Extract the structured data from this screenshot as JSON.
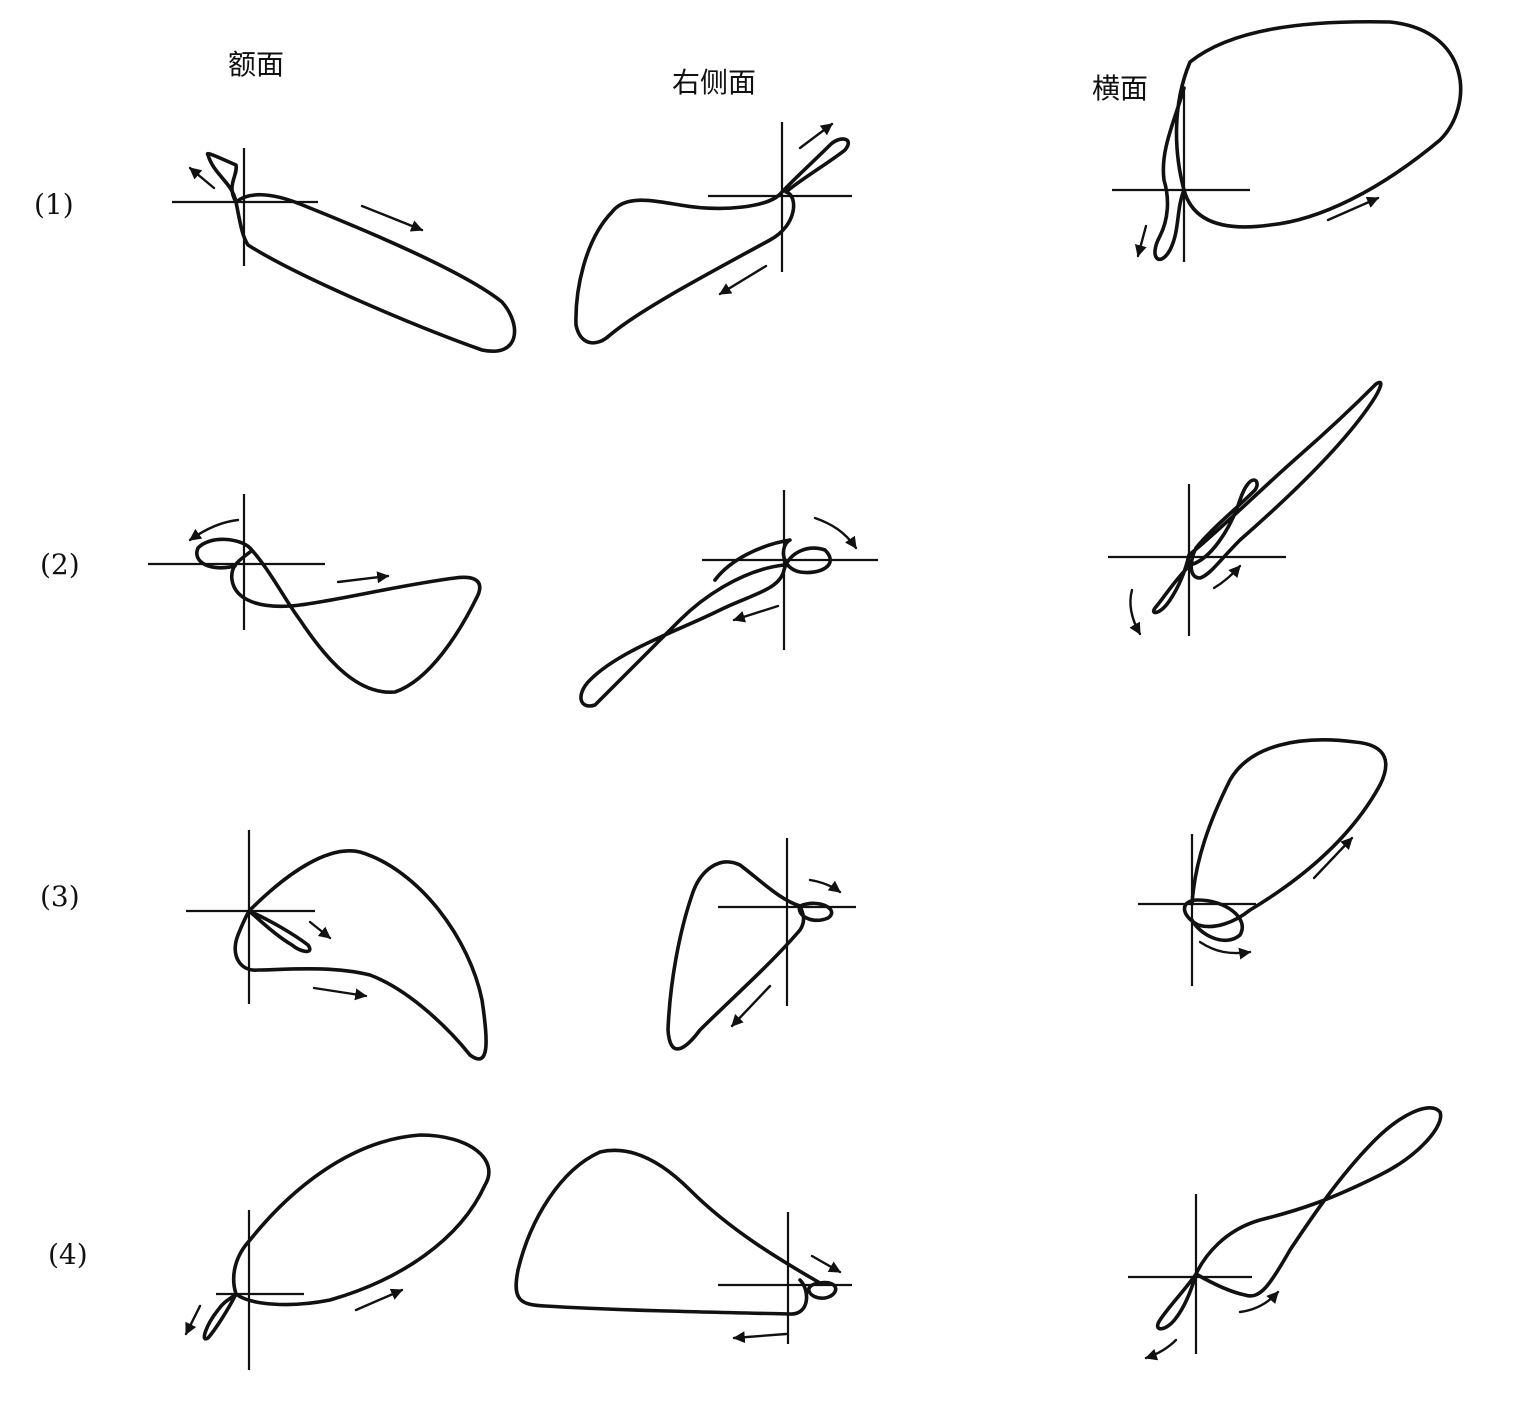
{
  "columns": {
    "frontal": "额面",
    "right_sagittal": "右侧面",
    "horizontal": "横面"
  },
  "rows": {
    "r1": "(1)",
    "r2": "(2)",
    "r3": "(3)",
    "r4": "(4)"
  },
  "colors": {
    "ink": "#111111",
    "background": "#ffffff"
  }
}
